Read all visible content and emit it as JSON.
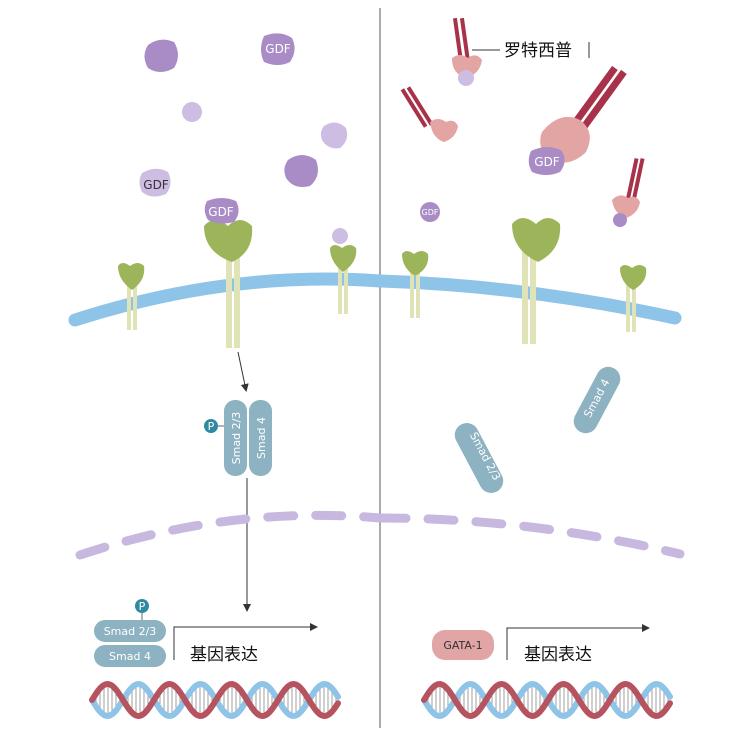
{
  "left": {
    "gdf_labels": [
      "GDF",
      "GDF",
      "GDF"
    ],
    "phospho_label": "P",
    "smad23_label": "Smad 2/3",
    "smad4_label": "Smad 4",
    "nuclear_phospho_label": "P",
    "nuclear_smad23_label": "Smad 2/3",
    "nuclear_smad4_label": "Smad 4",
    "gene_expression_label": "基因表达"
  },
  "right": {
    "drug_label": "罗特西普",
    "gdf_labels": [
      "GDF",
      "GDF"
    ],
    "smad23_label": "Smad 2/3",
    "smad4_label": "Smad 4",
    "gata_label": "GATA-1",
    "gene_expression_label": "基因表达"
  },
  "colors": {
    "gdf_purple": "#a98cc6",
    "gdf_light": "#cdbde3",
    "receptor_green": "#9db55a",
    "receptor_stalk": "#dfe3b5",
    "membrane_blue": "#8ec4e8",
    "nuclear_dash": "#c7b8e0",
    "smad_blue": "#8db2c1",
    "phospho_teal": "#2f8aa0",
    "drug_red": "#a8324a",
    "drug_pink": "#e3a4a4",
    "gata_pink": "#e2a5a5",
    "dna_blue": "#8ec4e8",
    "dna_red": "#b5535f"
  }
}
